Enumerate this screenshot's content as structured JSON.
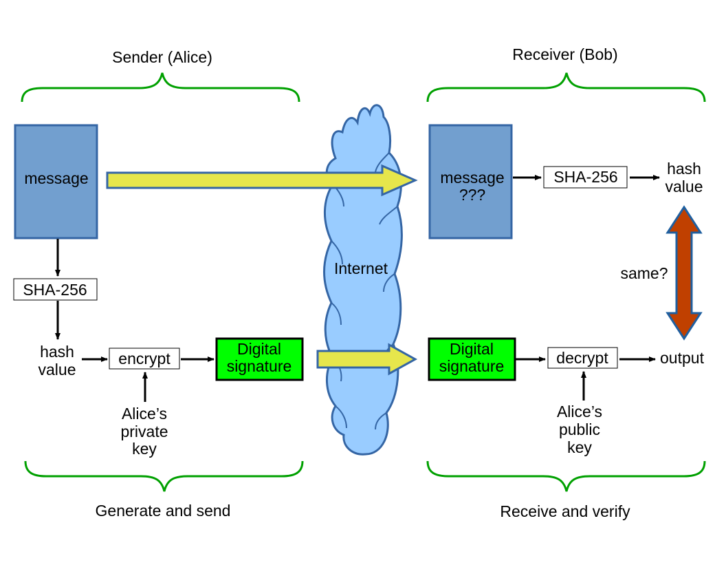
{
  "sender": {
    "header": "Sender (Alice)",
    "footer": "Generate and send",
    "message_label": "message",
    "hash_fn_label": "SHA-256",
    "hash_value_line1": "hash",
    "hash_value_line2": "value",
    "encrypt_label": "encrypt",
    "signature_line1": "Digital",
    "signature_line2": "signature",
    "key_line1": "Alice’s",
    "key_line2": "private",
    "key_line3": "key"
  },
  "network": {
    "label": "Internet"
  },
  "receiver": {
    "header": "Receiver (Bob)",
    "footer": "Receive and verify",
    "message_line1": "message",
    "message_line2": "???",
    "hash_fn_label": "SHA-256",
    "hash_value_line1": "hash",
    "hash_value_line2": "value",
    "compare_label": "same?",
    "signature_line1": "Digital",
    "signature_line2": "signature",
    "decrypt_label": "decrypt",
    "output_label": "output",
    "key_line1": "Alice’s",
    "key_line2": "public",
    "key_line3": "key"
  },
  "colors": {
    "message_fill": "#729fcf",
    "message_stroke": "#3465a4",
    "signature_fill": "#00ff00",
    "brace": "#00a000",
    "transfer_arrow_fill": "#e6e64c",
    "transfer_arrow_stroke": "#3465a4",
    "cloud_fill": "#99ccff",
    "cloud_stroke": "#3465a4",
    "compare_arrow_fill": "#c04000",
    "compare_arrow_stroke": "#1f5f9f"
  }
}
